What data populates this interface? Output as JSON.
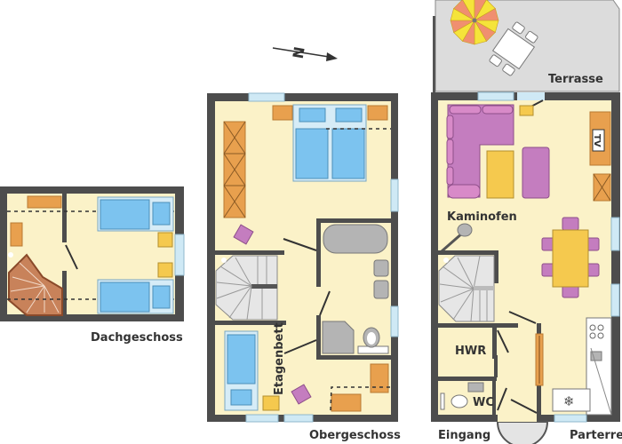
{
  "floors": {
    "attic": {
      "label": "Dachgeschoss"
    },
    "upper": {
      "label": "Obergeschoss",
      "bunk_bed_label": "Etagenbett"
    },
    "ground": {
      "label": "Parterre",
      "terrace_label": "Terrasse",
      "stove_label": "Kaminofen",
      "utility_room_label": "HWR",
      "wc_label": "WC",
      "tv_label": "TV",
      "entrance_label": "Eingang"
    }
  },
  "north_arrow": {
    "glyph": "N",
    "icon": "north-arrow-icon"
  },
  "colors": {
    "wall": "#4d4d4d",
    "floor": "#fbf2c8",
    "bed": "#7cc3ef",
    "furniture_orange": "#e8a04e",
    "furniture_purple": "#c47dbf",
    "furniture_yellow": "#f5c94e",
    "terrace": "#dcdcdc"
  }
}
